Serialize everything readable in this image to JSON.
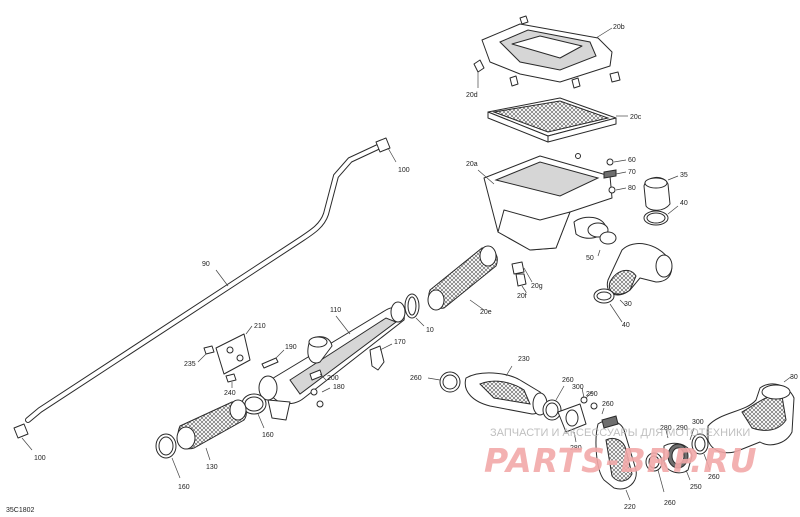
{
  "figure_ref": "35C1802",
  "callouts": {
    "c20b": "20b",
    "c20c": "20c",
    "c20d": "20d",
    "c20a": "20a",
    "c60": "60",
    "c70": "70",
    "c80": "80",
    "c35": "35",
    "c40a": "40",
    "c40b": "40",
    "c50": "50",
    "c30a": "30",
    "c20g": "20g",
    "c20f": "20f",
    "c20e": "20e",
    "c10": "10",
    "c90": "90",
    "c100a": "100",
    "c100b": "100",
    "c110": "110",
    "c210": "210",
    "c190": "190",
    "c235": "235",
    "c240": "240",
    "c200": "200",
    "c180": "180",
    "c170": "170",
    "c260a": "260",
    "c230": "230",
    "c160a": "160",
    "c160b": "160",
    "c130": "130",
    "c260b": "260",
    "c300a": "300",
    "c290a": "290",
    "c280a": "280",
    "c260c": "260",
    "c280b": "280",
    "c290b": "290",
    "c300b": "300",
    "c260d": "260",
    "c250": "250",
    "c260e": "260",
    "c220": "220",
    "c30b": "30"
  },
  "watermark": {
    "top": "ЗАПЧАСТИ И АКСЕССУАРЫ ДЛЯ МОТОТЕХНИКИ",
    "brand": "PARTS-BRP.RU"
  }
}
